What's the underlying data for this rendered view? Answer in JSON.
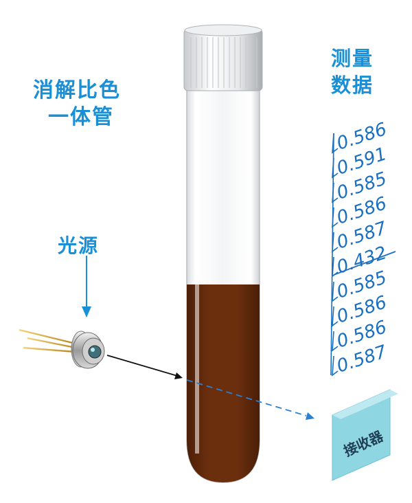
{
  "labels": {
    "title_line1": "消解比色",
    "title_line2": "一体管",
    "light_source": "光源",
    "measure_line1": "测量",
    "measure_line2": "数据",
    "receiver": "接收器"
  },
  "readings": [
    {
      "value": "0.586",
      "struck": false
    },
    {
      "value": "0.591",
      "struck": false
    },
    {
      "value": "0.585",
      "struck": false
    },
    {
      "value": "0.586",
      "struck": false
    },
    {
      "value": "0.587",
      "struck": false
    },
    {
      "value": "0.432",
      "struck": true
    },
    {
      "value": "0.585",
      "struck": false
    },
    {
      "value": "0.586",
      "struck": false
    },
    {
      "value": "0.586",
      "struck": false
    },
    {
      "value": "0.587",
      "struck": false
    }
  ],
  "colors": {
    "label_blue": "#1a8fd6",
    "liquid": "#6b2f0e",
    "receiver": "#8fd6e3",
    "beam_incident": "#111111",
    "beam_transmitted": "#2a7fd0"
  }
}
